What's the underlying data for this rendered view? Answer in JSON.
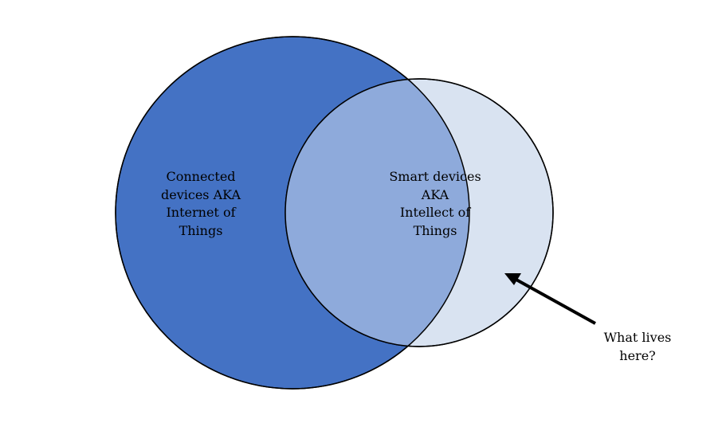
{
  "colors": {
    "background": "#ffffff",
    "large_circle_fill": "#4472c4",
    "overlap_fill": "#8eaadb",
    "small_circle_fill": "#d9e3f1",
    "stroke": "#000000"
  },
  "diagram": {
    "type": "venn",
    "sets": [
      {
        "id": "connected",
        "label_lines": [
          "Connected",
          "devices AKA",
          "Internet of",
          "Things"
        ]
      },
      {
        "id": "smart",
        "label_lines": [
          "Smart devices",
          "AKA",
          "Intellect of",
          "Things"
        ]
      }
    ],
    "annotation": {
      "label_lines": [
        "What lives",
        "here?"
      ],
      "arrow_icon": "arrow-pointing-left-up"
    }
  }
}
